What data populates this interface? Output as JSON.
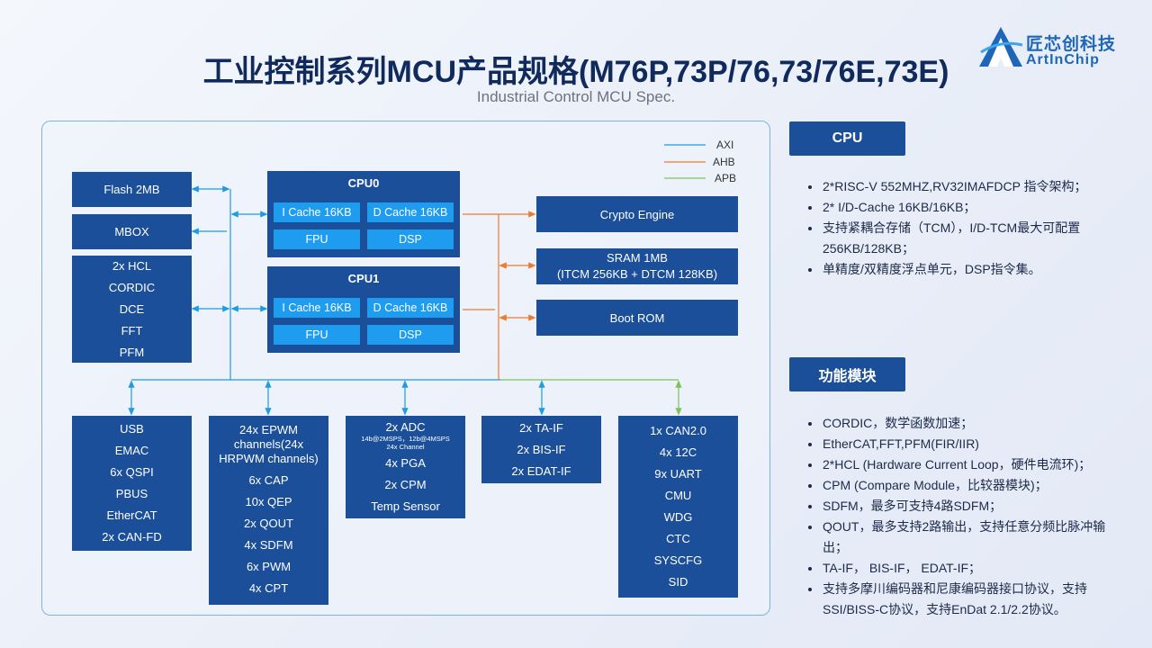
{
  "header": {
    "title": "工业控制系列MCU产品规格(M76P,73P/76,73/76E,73E)",
    "subtitle": "Industrial Control MCU Spec."
  },
  "logo": {
    "name_cn": "匠芯创科技",
    "name_en": "ArtInChip"
  },
  "legend": {
    "items": [
      {
        "label": "AXI",
        "color": "#1e9ce0"
      },
      {
        "label": "AHB",
        "color": "#ef7a2e"
      },
      {
        "label": "APB",
        "color": "#7cc45a"
      }
    ]
  },
  "diagram": {
    "flash": "Flash 2MB",
    "mbox": "MBOX",
    "hcl_group": [
      "2x HCL",
      "CORDIC",
      "DCE",
      "FFT",
      "PFM"
    ],
    "cpu0": {
      "title": "CPU0",
      "icache": "I Cache 16KB",
      "dcache": "D Cache 16KB",
      "fpu": "FPU",
      "dsp": "DSP"
    },
    "cpu1": {
      "title": "CPU1",
      "icache": "I Cache 16KB",
      "dcache": "D Cache 16KB",
      "fpu": "FPU",
      "dsp": "DSP"
    },
    "crypto": "Crypto Engine",
    "sram": [
      "SRAM 1MB",
      "(ITCM 256KB + DTCM 128KB)"
    ],
    "bootrom": "Boot ROM",
    "usb_group": [
      "USB",
      "EMAC",
      "6x QSPI",
      "PBUS",
      "EtherCAT",
      "2x CAN-FD"
    ],
    "epwm_group": {
      "head": [
        "24x EPWM",
        "channels(24x",
        "HRPWM channels)"
      ],
      "items": [
        "6x CAP",
        "10x QEP",
        "2x QOUT",
        "4x SDFM",
        "6x PWM",
        "4x CPT"
      ]
    },
    "adc_group": {
      "head": "2x ADC",
      "note1": "14b@2MSPS，12b@4MSPS",
      "note2": "24x Channel",
      "items": [
        "4x PGA",
        "2x CPM",
        "Temp Sensor"
      ]
    },
    "taif_group": [
      "2x TA-IF",
      "2x BIS-IF",
      "2x EDAT-IF"
    ],
    "can_group": [
      "1x CAN2.0",
      "4x 12C",
      "9x UART",
      "CMU",
      "WDG",
      "CTC",
      "SYSCFG",
      "SID"
    ]
  },
  "cpu_section": {
    "heading": "CPU",
    "bullets": [
      "2*RISC-V 552MHZ,RV32IMAFDCP 指令架构；",
      "2* I/D-Cache 16KB/16KB；",
      "支持紧耦合存储（TCM），I/D-TCM最大可配置256KB/128KB；",
      "单精度/双精度浮点单元，DSP指令集。"
    ]
  },
  "func_section": {
    "heading": "功能模块",
    "bullets": [
      "CORDIC，数学函数加速；",
      "EtherCAT,FFT,PFM(FIR/IIR)",
      "2*HCL (Hardware Current Loop，硬件电流环)；",
      "CPM (Compare Module，比较器模块)；",
      "SDFM，最多可支持4路SDFM；",
      "QOUT，最多支持2路输出，支持任意分频比脉冲输出；",
      "TA-IF， BIS-IF， EDAT-IF；",
      "支持多摩川编码器和尼康编码器接口协议，支持SSI/BISS-C协议，支持EnDat 2.1/2.2协议。"
    ]
  }
}
